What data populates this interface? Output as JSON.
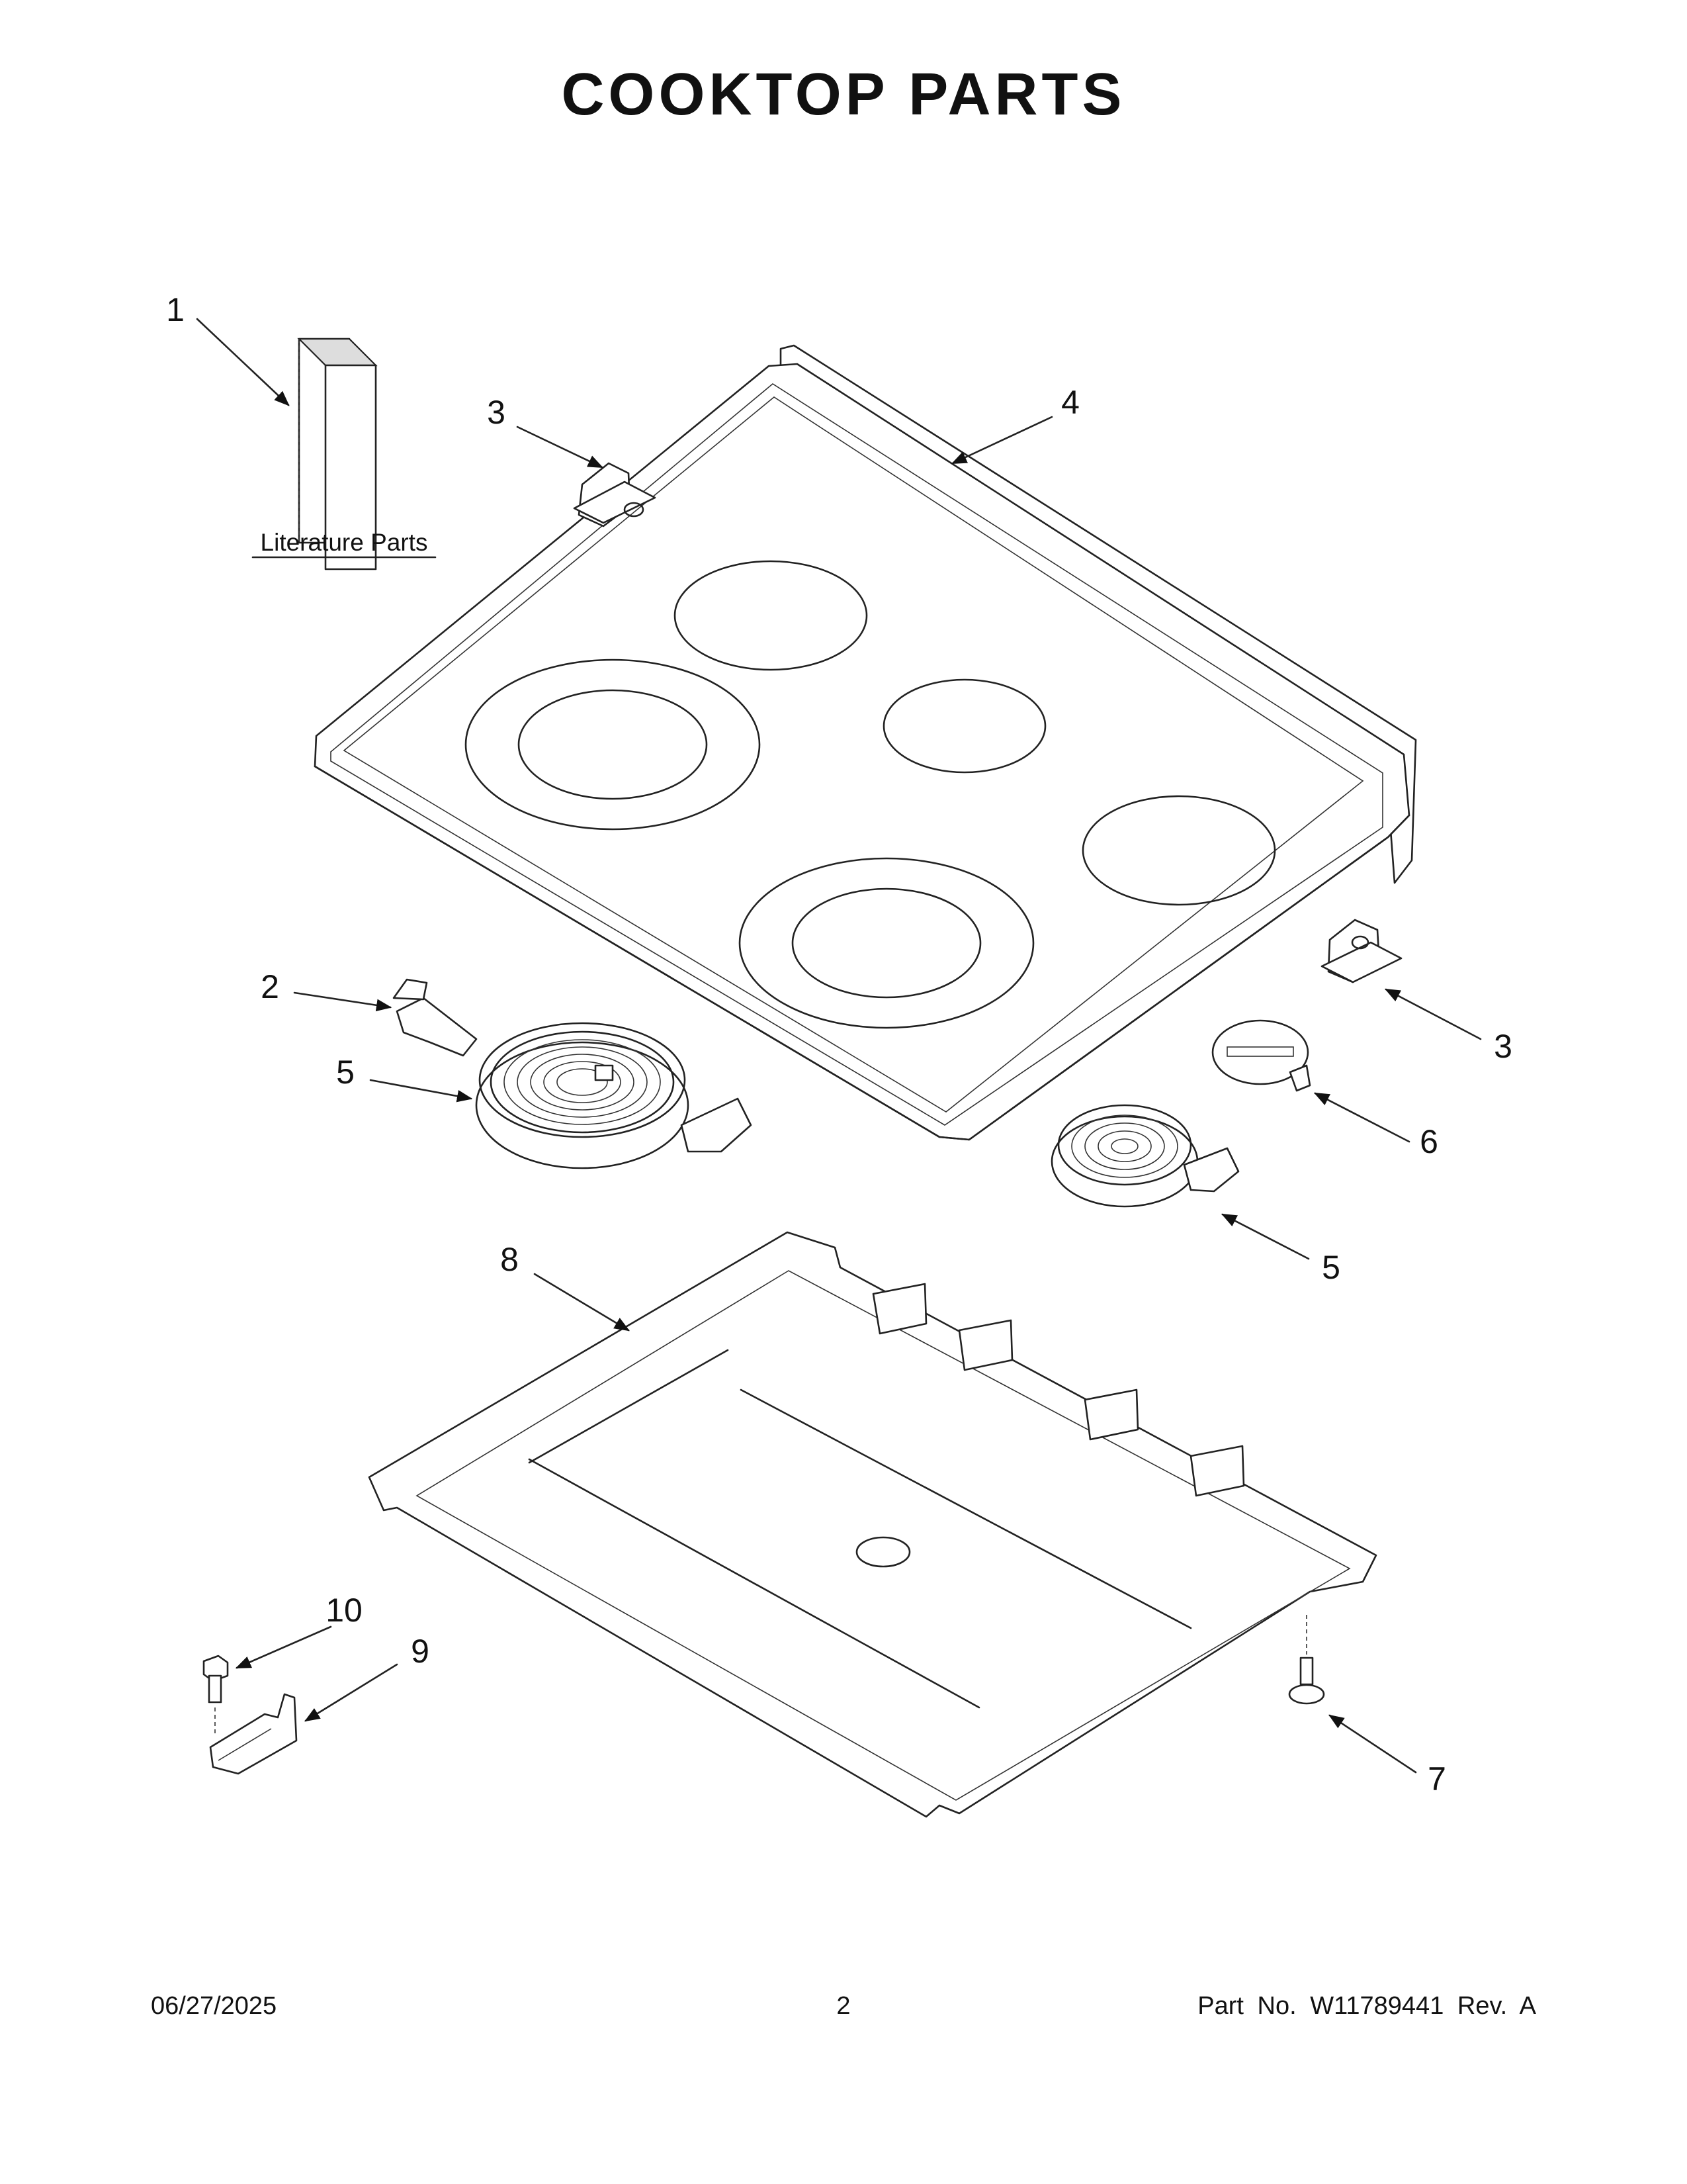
{
  "title": "COOKTOP PARTS",
  "literature_label": "Literature Parts",
  "callouts": [
    {
      "id": "c1",
      "label": "1",
      "part": "literature"
    },
    {
      "id": "c2",
      "label": "2",
      "part": "clip"
    },
    {
      "id": "c3a",
      "label": "3",
      "part": "bracket-left"
    },
    {
      "id": "c3b",
      "label": "3",
      "part": "bracket-right"
    },
    {
      "id": "c4",
      "label": "4",
      "part": "cooktop"
    },
    {
      "id": "c5a",
      "label": "5",
      "part": "element-large"
    },
    {
      "id": "c5b",
      "label": "5",
      "part": "element-small"
    },
    {
      "id": "c6",
      "label": "6",
      "part": "limiter"
    },
    {
      "id": "c7",
      "label": "7",
      "part": "leveling-leg"
    },
    {
      "id": "c8",
      "label": "8",
      "part": "burner-box"
    },
    {
      "id": "c9",
      "label": "9",
      "part": "hinge-bracket"
    },
    {
      "id": "c10",
      "label": "10",
      "part": "screw"
    }
  ],
  "footer": {
    "date": "06/27/2025",
    "page": "2",
    "part_number": "Part No.  W11789441  Rev.  A"
  }
}
